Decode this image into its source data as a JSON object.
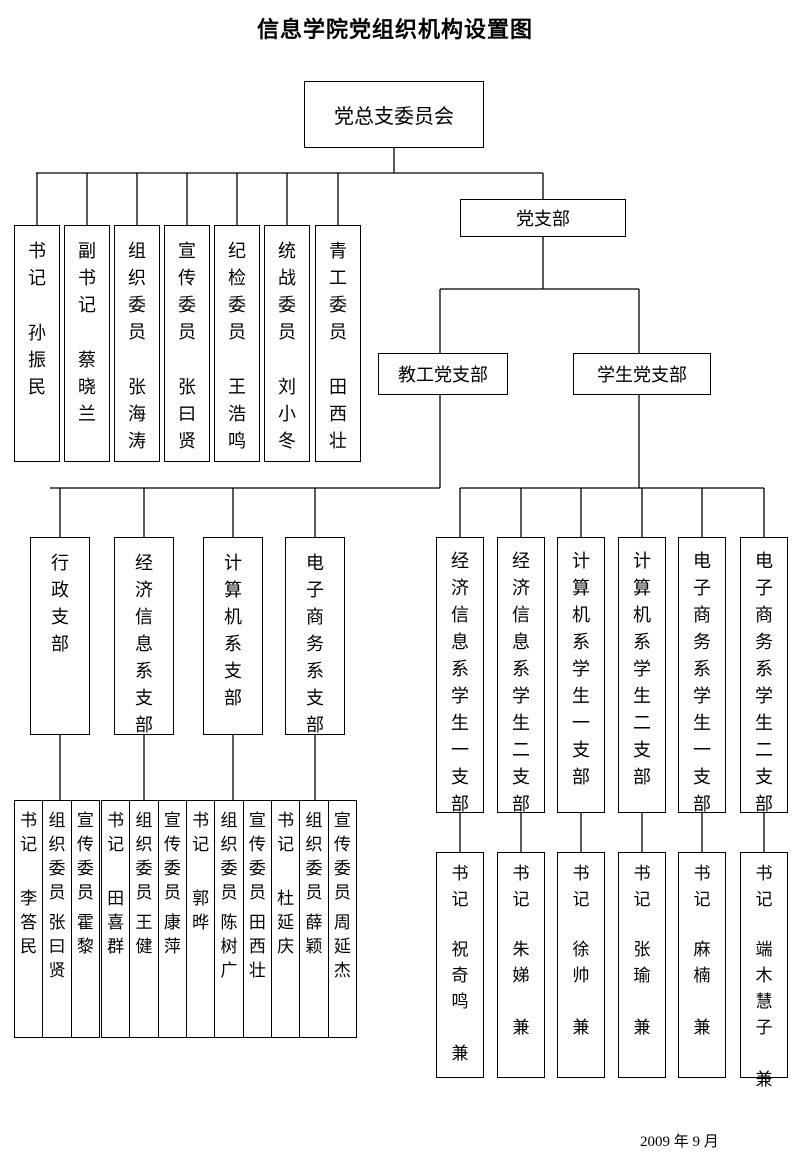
{
  "title": "信息学院党组织机构设置图",
  "date": "2009 年 9 月",
  "root": "党总支委员会",
  "officers": [
    {
      "role": "书记",
      "name": "孙振民"
    },
    {
      "role": "副书记",
      "name": "蔡晓兰"
    },
    {
      "role": "组织委员",
      "name": "张海涛"
    },
    {
      "role": "宣传委员",
      "name": "张曰贤"
    },
    {
      "role": "纪检委员",
      "name": "王浩鸣"
    },
    {
      "role": "统战委员",
      "name": "刘小冬"
    },
    {
      "role": "青工委员",
      "name": "田西壮"
    }
  ],
  "party_branch": "党支部",
  "faculty_branch": "教工党支部",
  "student_branch": "学生党支部",
  "faculty_subbranches": [
    {
      "name": "行政支部",
      "members": [
        {
          "role": "书记",
          "name": "李答民"
        },
        {
          "role": "组织委员",
          "name": "张曰贤"
        },
        {
          "role": "宣传委员",
          "name": "霍黎"
        }
      ]
    },
    {
      "name": "经济信息系支部",
      "members": [
        {
          "role": "书记",
          "name": "田喜群"
        },
        {
          "role": "组织委员",
          "name": "王健"
        },
        {
          "role": "宣传委员",
          "name": "康萍"
        }
      ]
    },
    {
      "name": "计算机系支部",
      "members": [
        {
          "role": "书记",
          "name": "郭晔"
        },
        {
          "role": "组织委员",
          "name": "陈树广"
        },
        {
          "role": "宣传委员",
          "name": "田西壮"
        }
      ]
    },
    {
      "name": "电子商务系支部",
      "members": [
        {
          "role": "书记",
          "name": "杜延庆"
        },
        {
          "role": "组织委员",
          "name": "薛颖"
        },
        {
          "role": "宣传委员",
          "name": "周延杰"
        }
      ]
    }
  ],
  "student_subbranches": [
    {
      "name": "经济信息系学生一支部",
      "secretary": {
        "role": "书记",
        "name": "祝奇鸣",
        "note": "兼"
      }
    },
    {
      "name": "经济信息系学生二支部",
      "secretary": {
        "role": "书记",
        "name": "朱娣",
        "note": "兼"
      }
    },
    {
      "name": "计算机系学生一支部",
      "secretary": {
        "role": "书记",
        "name": "徐帅",
        "note": "兼"
      }
    },
    {
      "name": "计算机系学生二支部",
      "secretary": {
        "role": "书记",
        "name": "张瑜",
        "note": "兼"
      }
    },
    {
      "name": "电子商务系学生一支部",
      "secretary": {
        "role": "书记",
        "name": "麻楠",
        "note": "兼"
      }
    },
    {
      "name": "电子商务系学生二支部",
      "secretary": {
        "role": "书记",
        "name": "端木慧子",
        "note": "兼"
      }
    }
  ]
}
